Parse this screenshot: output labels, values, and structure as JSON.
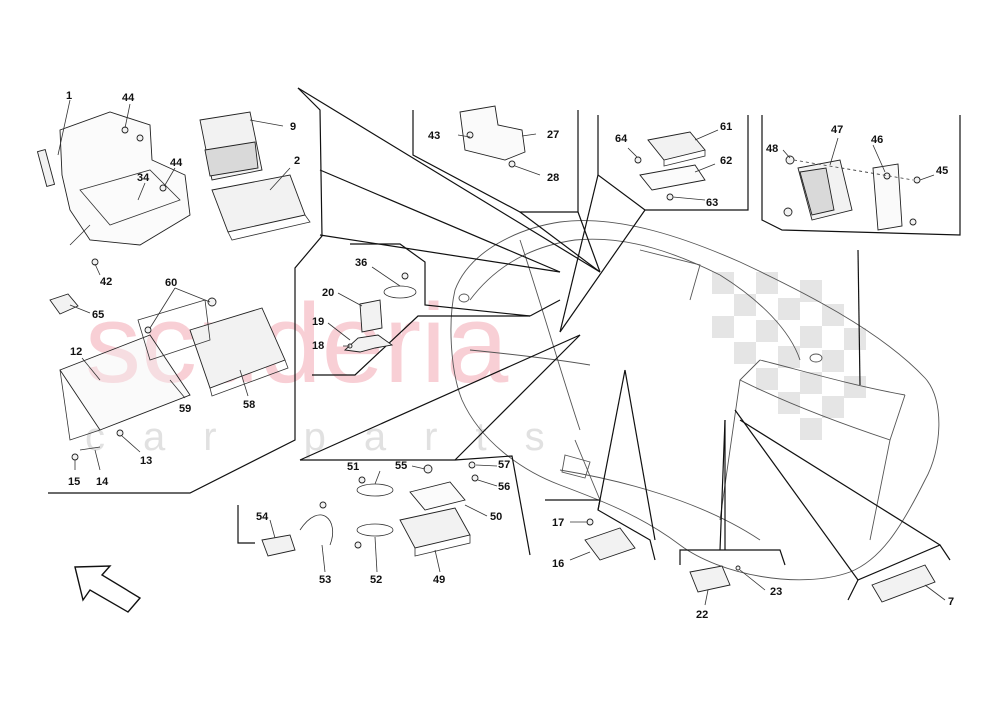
{
  "watermark": {
    "brand": "scuderia",
    "subtitle": "car parts"
  },
  "labels": {
    "l1": "1",
    "l44a": "44",
    "l44b": "44",
    "l9": "9",
    "l2": "2",
    "l34": "34",
    "l42": "42",
    "l65": "65",
    "l60": "60",
    "l12": "12",
    "l59": "59",
    "l58": "58",
    "l13": "13",
    "l15": "15",
    "l14": "14",
    "l36": "36",
    "l20": "20",
    "l19": "19",
    "l18": "18",
    "l43": "43",
    "l27": "27",
    "l28": "28",
    "l64": "64",
    "l61": "61",
    "l62": "62",
    "l63": "63",
    "l47": "47",
    "l48": "48",
    "l46": "46",
    "l45": "45",
    "l51": "51",
    "l55": "55",
    "l57": "57",
    "l56": "56",
    "l50": "50",
    "l54": "54",
    "l53": "53",
    "l52": "52",
    "l49": "49",
    "l17": "17",
    "l16": "16",
    "l22": "22",
    "l23": "23",
    "l7": "7"
  }
}
